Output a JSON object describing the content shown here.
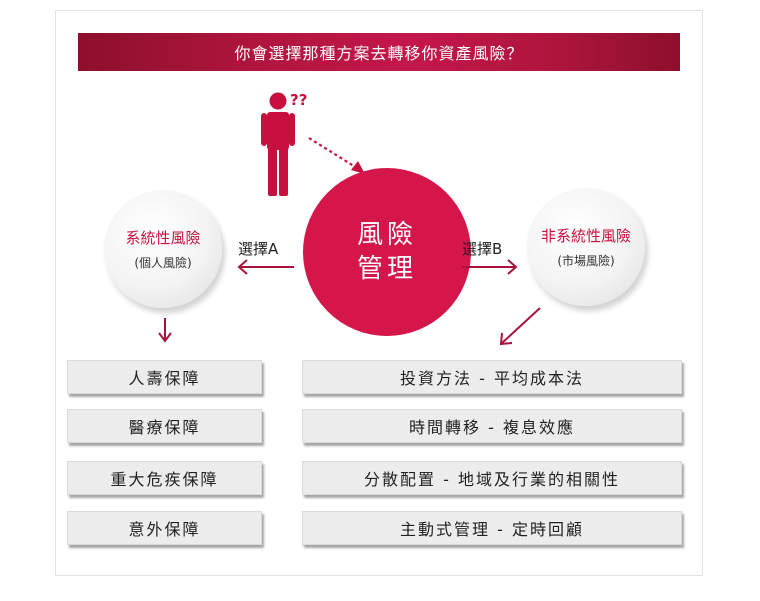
{
  "title": "你會選擇那種方案去轉移你資產風險？",
  "question_marks": "??",
  "center": {
    "line1": "風險",
    "line2": "管理"
  },
  "option_a": {
    "label": "選擇A",
    "circle_title": "系統性風險",
    "circle_sub": "(個人風險)"
  },
  "option_b": {
    "label": "選擇B",
    "circle_title": "非系統性風險",
    "circle_sub": "(市場風險)"
  },
  "left_items": [
    "人壽保障",
    "醫療保障",
    "重大危疾保障",
    "意外保障"
  ],
  "right_items": [
    "投資方法 - 平均成本法",
    "時間轉移 - 複息效應",
    "分散配置 - 地域及行業的相關性",
    "主動式管理 - 定時回顧"
  ],
  "colors": {
    "accent": "#c8103e",
    "banner": "#a8133b",
    "center_circle": "#d5164a"
  }
}
